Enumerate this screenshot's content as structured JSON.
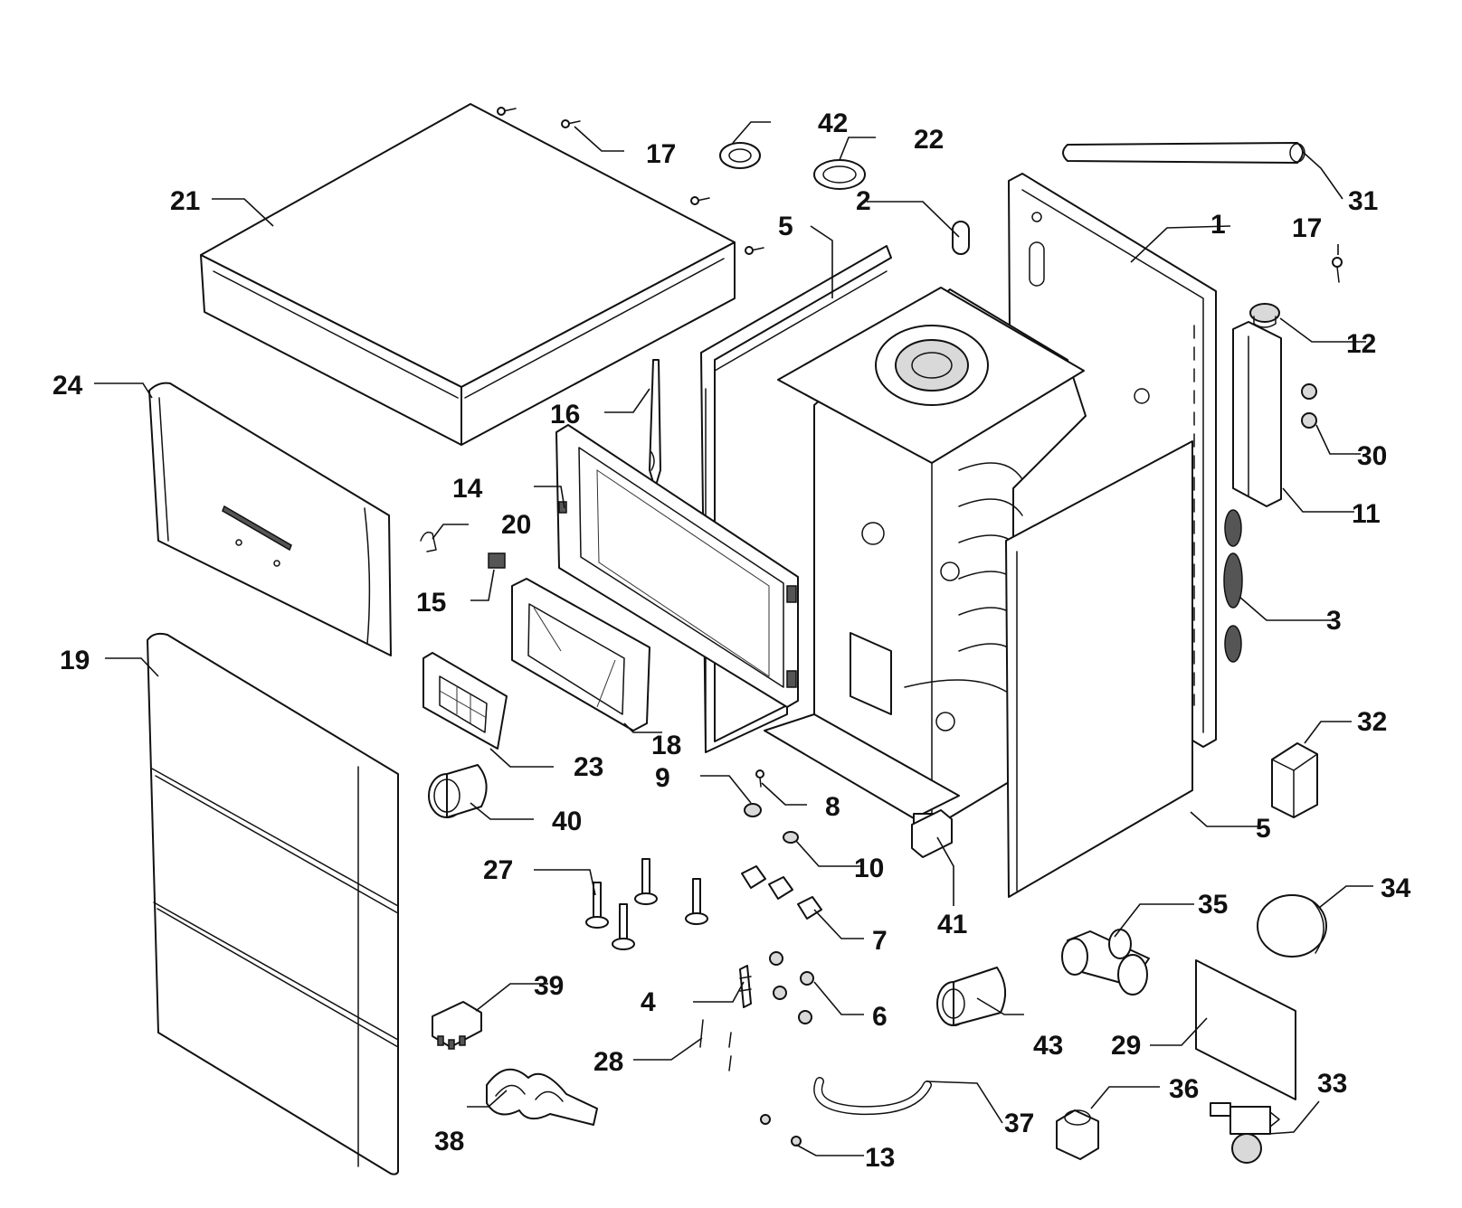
{
  "callouts": {
    "c1": "1",
    "c2": "2",
    "c3": "3",
    "c4": "4",
    "c5a": "5",
    "c5b": "5",
    "c6": "6",
    "c7": "7",
    "c8": "8",
    "c9": "9",
    "c10": "10",
    "c11": "11",
    "c12": "12",
    "c13": "13",
    "c14": "14",
    "c15": "15",
    "c16": "16",
    "c17a": "17",
    "c17b": "17",
    "c18": "18",
    "c19": "19",
    "c20": "20",
    "c21": "21",
    "c22": "22",
    "c23": "23",
    "c24": "24",
    "c27": "27",
    "c28": "28",
    "c29": "29",
    "c30": "30",
    "c31": "31",
    "c32": "32",
    "c33": "33",
    "c34": "34",
    "c35": "35",
    "c36": "36",
    "c37": "37",
    "c38": "38",
    "c39": "39",
    "c40": "40",
    "c41": "41",
    "c42": "42",
    "c43": "43"
  }
}
